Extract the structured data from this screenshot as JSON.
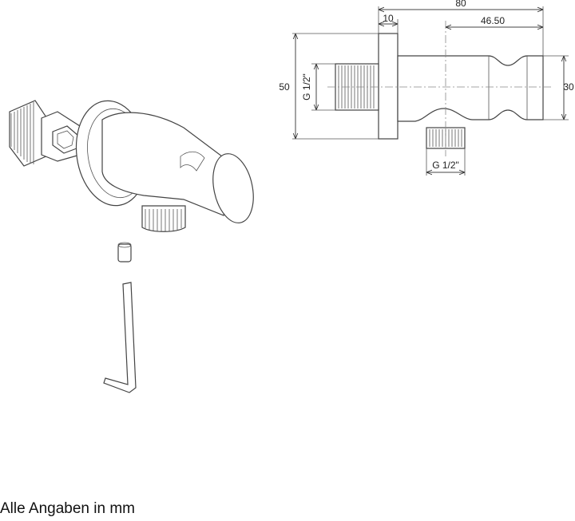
{
  "dimensions": {
    "overall_length": "80",
    "flange_thickness": "10",
    "holder_offset": "46.50",
    "flange_diameter": "50",
    "holder_diameter": "30",
    "inlet_thread": "G 1/2\"",
    "outlet_thread": "G 1/2\""
  },
  "footer": "Alle Angaben in mm"
}
